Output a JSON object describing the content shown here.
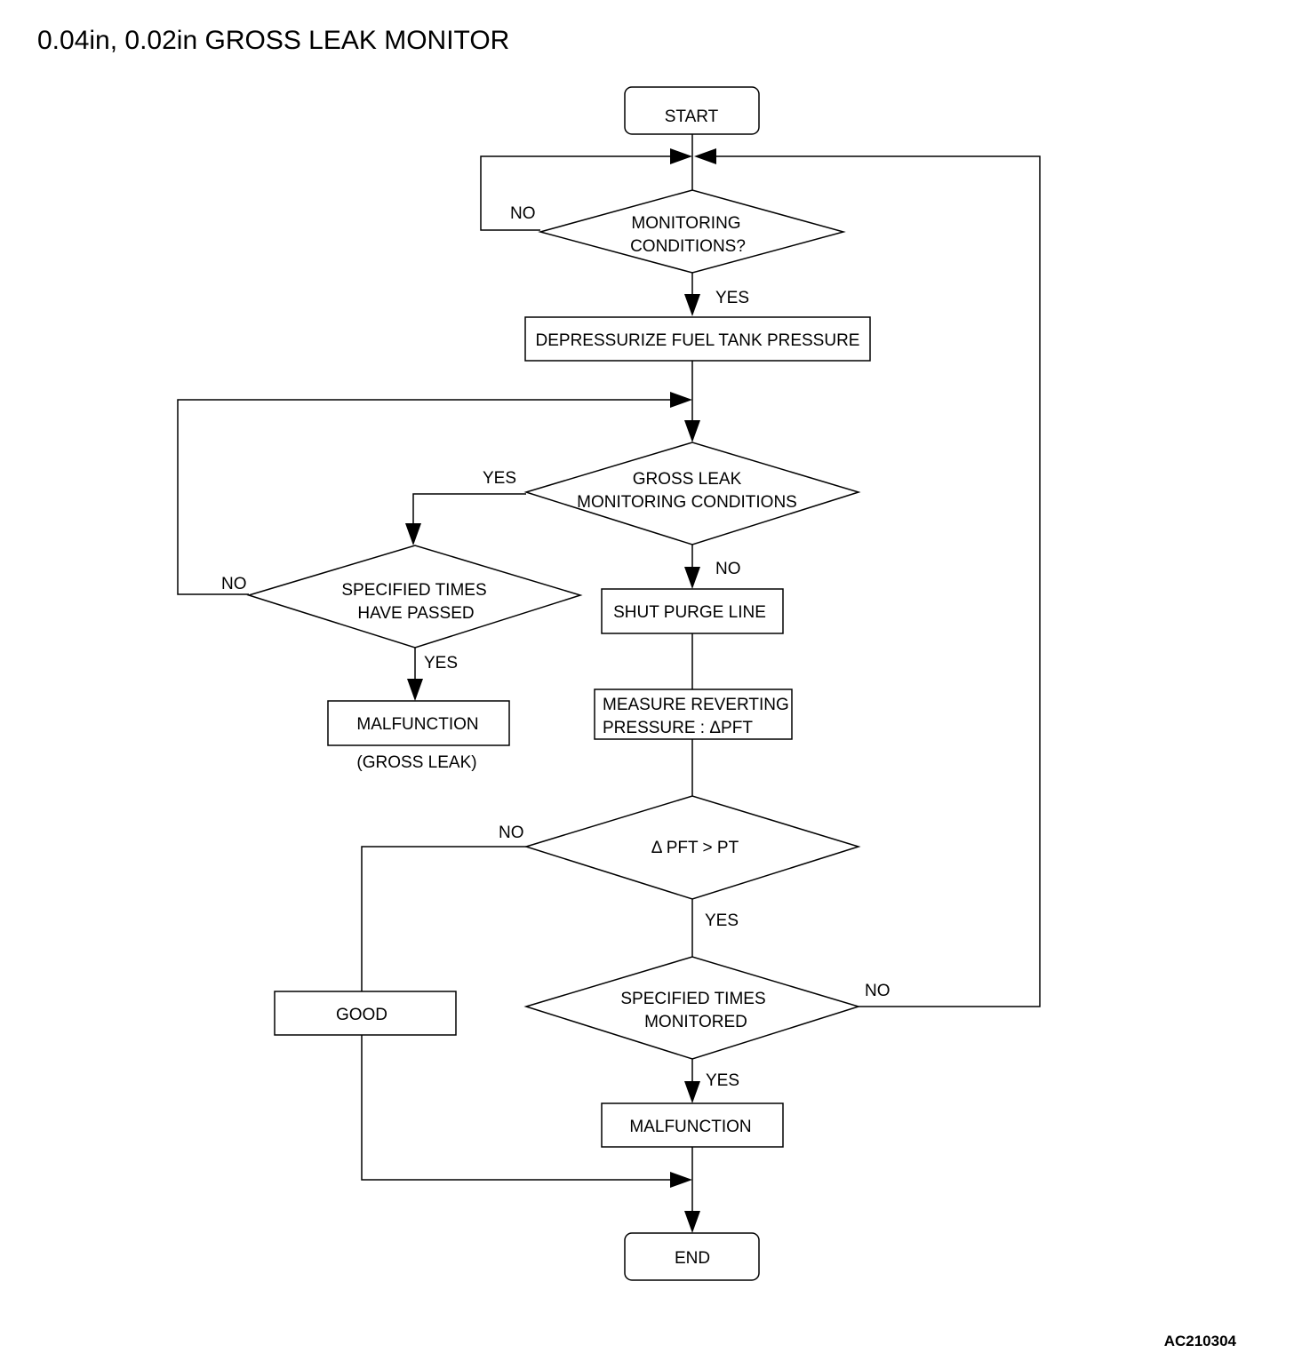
{
  "title": "0.04in, 0.02in GROSS LEAK MONITOR",
  "figure_code": "AC210304",
  "nodes": {
    "start": "START",
    "monitoring_conditions": [
      "MONITORING",
      "CONDITIONS?"
    ],
    "depressurize": "DEPRESSURIZE FUEL TANK PRESSURE",
    "gross_leak_conditions": [
      "GROSS LEAK",
      "MONITORING CONDITIONS"
    ],
    "specified_times_passed": [
      "SPECIFIED TIMES",
      "HAVE PASSED"
    ],
    "malfunction_gross": "MALFUNCTION",
    "gross_leak_note": "(GROSS LEAK)",
    "shut_purge": "SHUT PURGE LINE",
    "measure_reverting": [
      "MEASURE REVERTING",
      "PRESSURE : ΔPFT"
    ],
    "delta_pft": "Δ PFT > PT",
    "good": "GOOD",
    "specified_times_monitored": [
      "SPECIFIED TIMES",
      "MONITORED"
    ],
    "malfunction": "MALFUNCTION",
    "end": "END"
  },
  "edge_labels": {
    "mon_no": "NO",
    "mon_yes": "YES",
    "gross_yes": "YES",
    "gross_no": "NO",
    "spec_passed_no": "NO",
    "spec_passed_yes": "YES",
    "delta_no": "NO",
    "delta_yes": "YES",
    "spec_mon_no": "NO",
    "spec_mon_yes": "YES"
  }
}
